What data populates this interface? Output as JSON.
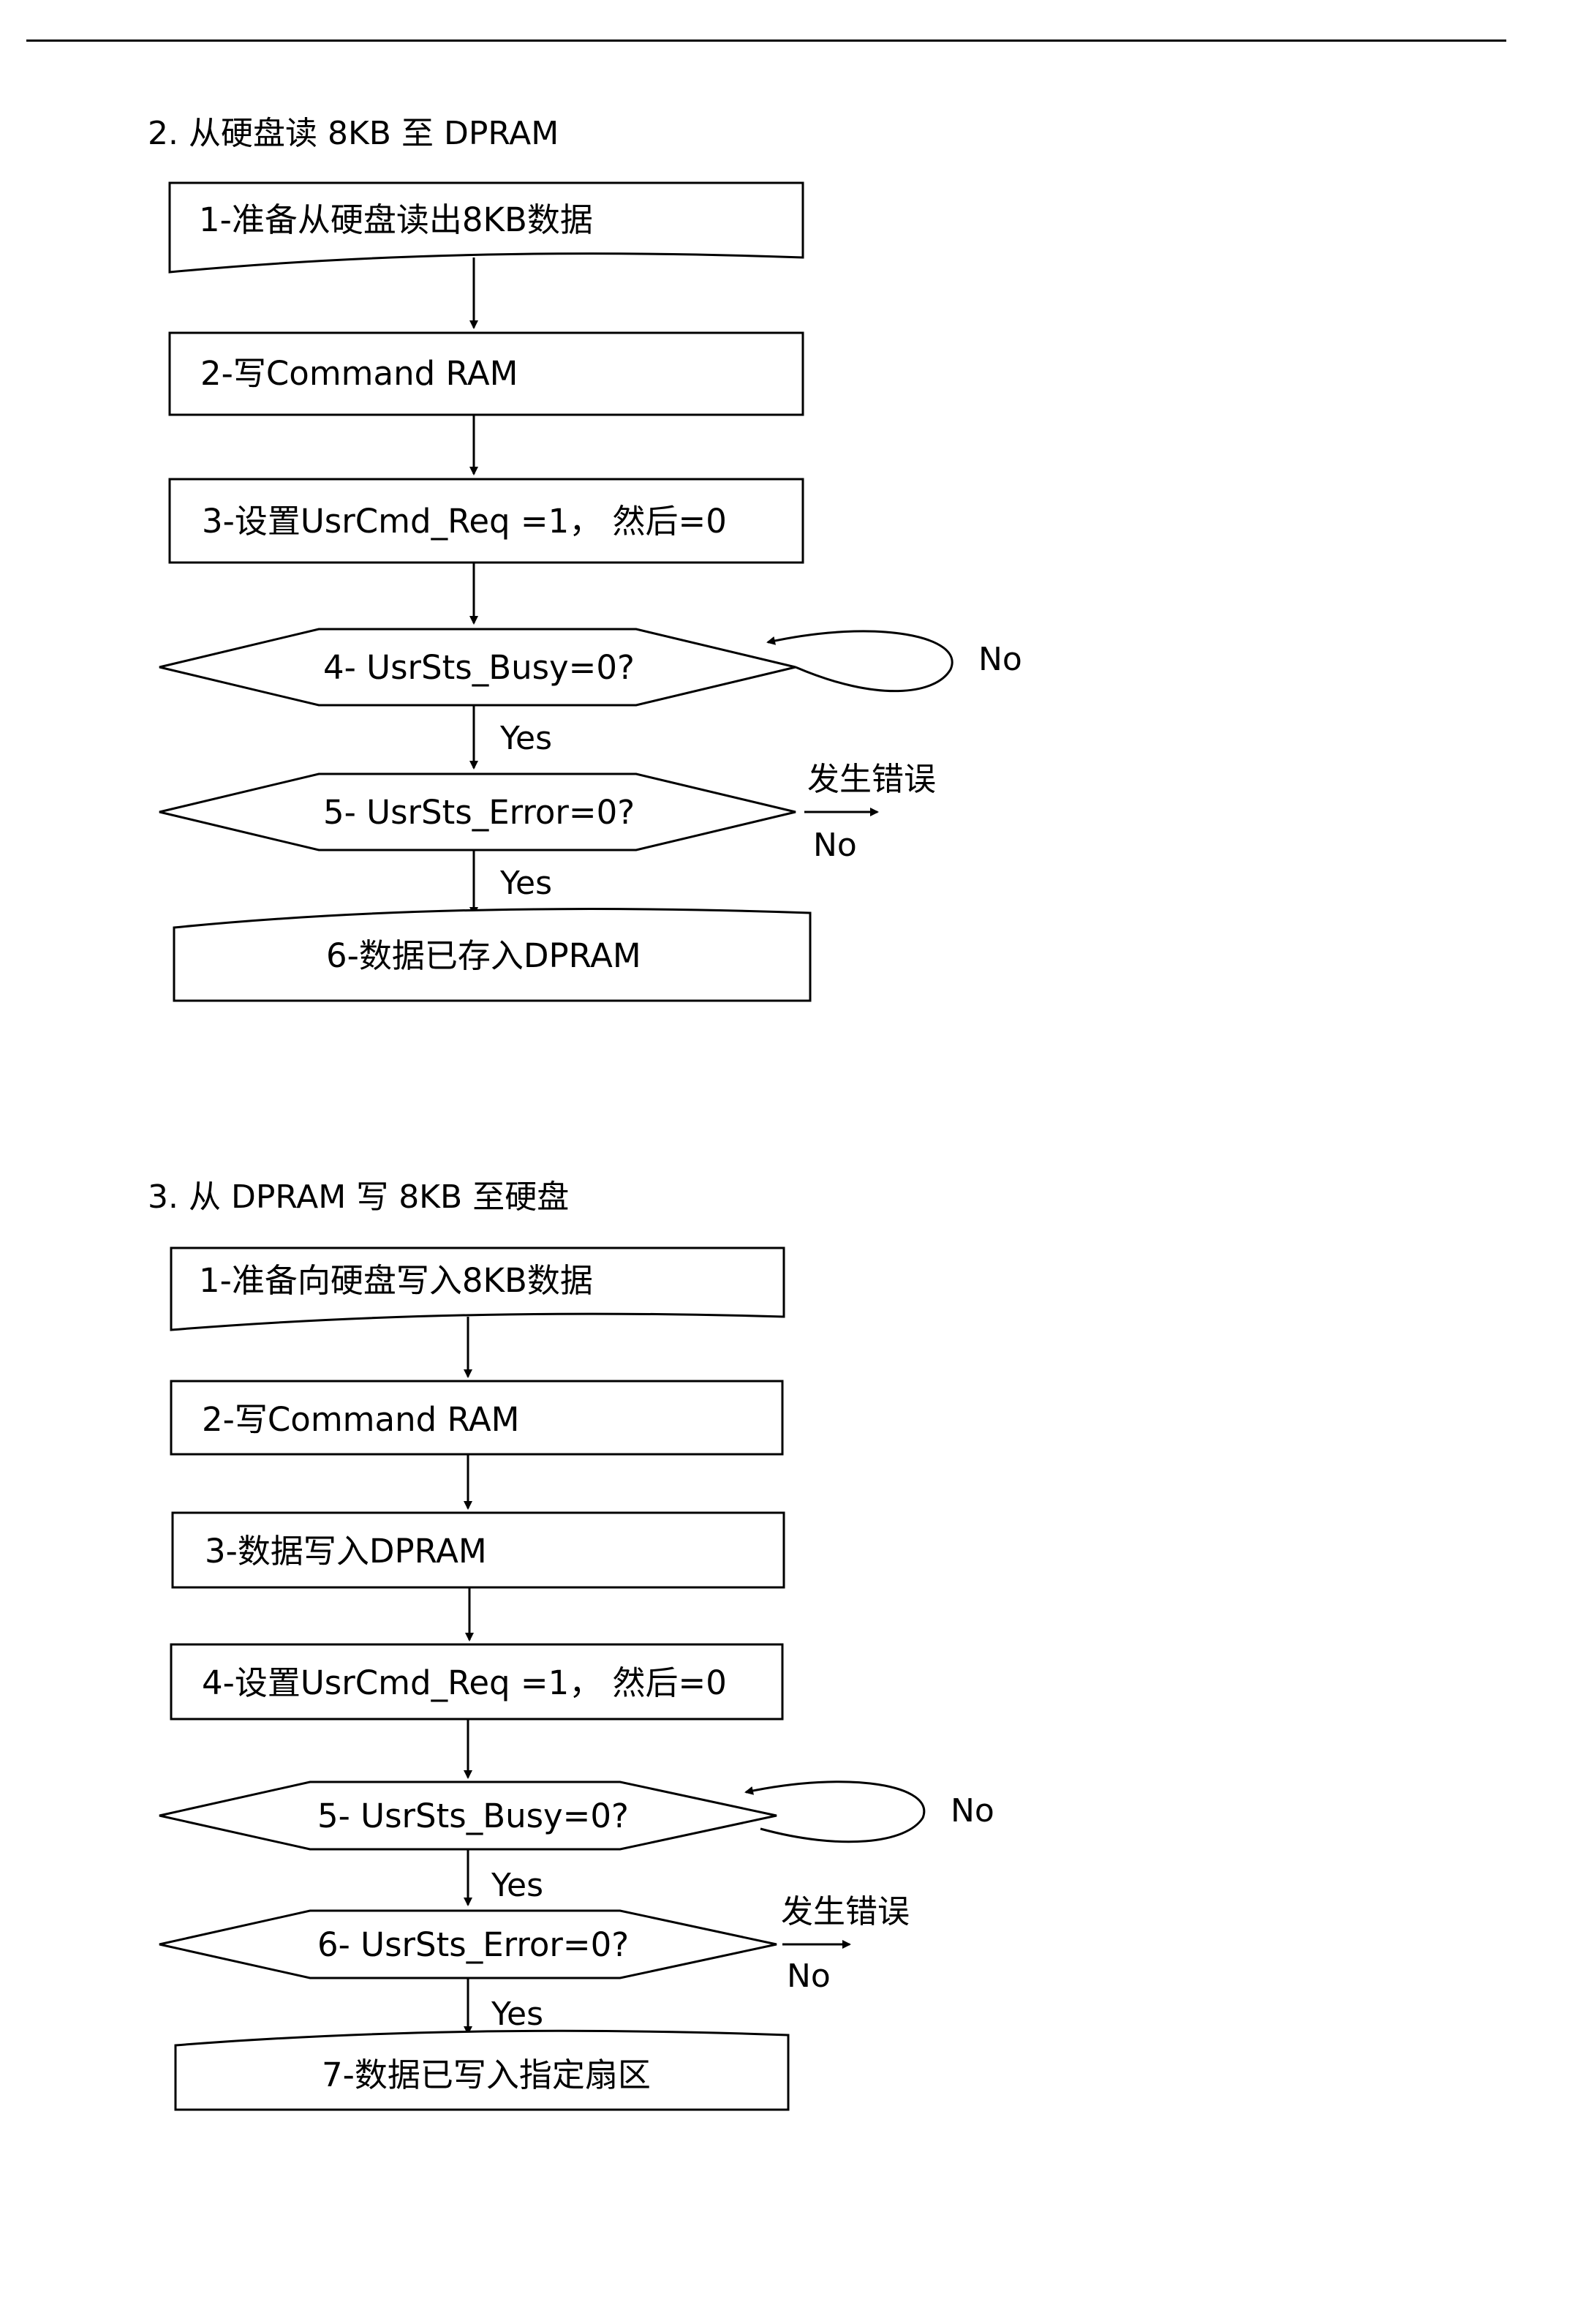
{
  "section2": {
    "heading": "2.  从硬盘读 8KB 至 DPRAM",
    "steps": {
      "s1": "1-准备从硬盘读出8KB数据",
      "s2": "2-写Command RAM",
      "s3": "3-设置UsrCmd_Req =1， 然后=0",
      "s4": "4- UsrSts_Busy=0?",
      "s5": "5- UsrSts_Error=0?",
      "s6": "6-数据已存入DPRAM"
    },
    "labels": {
      "loop_no": "No",
      "yes_1": "Yes",
      "yes_2": "Yes",
      "error": "发生错误",
      "error_no": "No"
    }
  },
  "section3": {
    "heading": "3.  从 DPRAM 写 8KB 至硬盘",
    "steps": {
      "s1": "1-准备向硬盘写入8KB数据",
      "s2": "2-写Command RAM",
      "s3": "3-数据写入DPRAM",
      "s4": "4-设置UsrCmd_Req =1， 然后=0",
      "s5": "5- UsrSts_Busy=0?",
      "s6": "6- UsrSts_Error=0?",
      "s7": "7-数据已写入指定扇区"
    },
    "labels": {
      "loop_no": "No",
      "yes_1": "Yes",
      "yes_2": "Yes",
      "error": "发生错误",
      "error_no": "No"
    }
  }
}
